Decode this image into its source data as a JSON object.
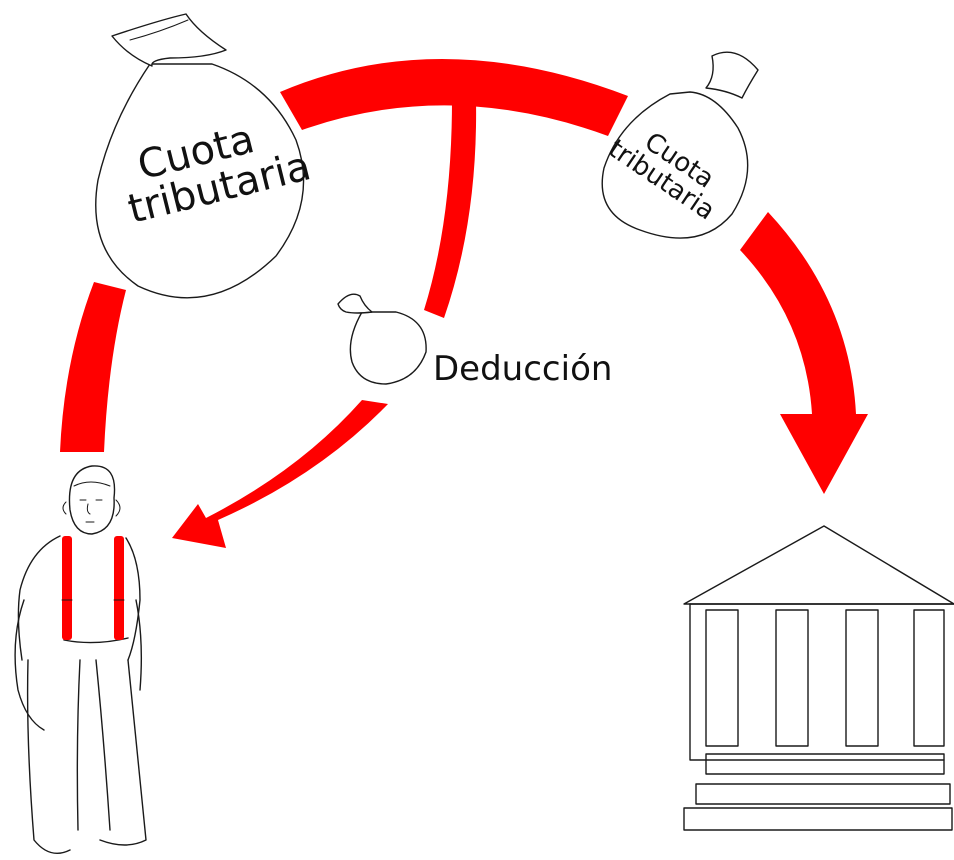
{
  "colors": {
    "flow": "#ff0000",
    "ink": "#1a1a1a",
    "background": "#ffffff"
  },
  "labels": {
    "tax_bag_large": [
      "Cuota",
      "tributaria"
    ],
    "tax_bag_small": [
      "Cuota",
      "tributaria"
    ],
    "deduction": "Deducción"
  },
  "icons": {
    "taxpayer": "person-icon",
    "government": "government-building-icon",
    "money_bag": "money-bag-icon"
  }
}
